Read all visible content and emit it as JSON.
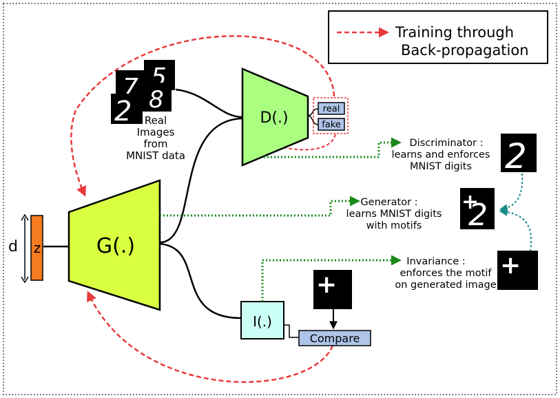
{
  "legend": {
    "line1": "Training through",
    "line2": "Back-propagation",
    "arrow_color": "#e8393b"
  },
  "real_images": {
    "digits": [
      "7",
      "5",
      "2",
      "8"
    ],
    "caption": [
      "Real",
      "Images",
      "from",
      "MNIST data"
    ]
  },
  "discriminator": {
    "label": "D(.)",
    "outputs": [
      "real",
      "fake"
    ],
    "desc": [
      "Discriminator :",
      "learns and enforces",
      "MNIST digits"
    ],
    "sample_digit": "2",
    "fill": "#aaff80"
  },
  "generator": {
    "label": "G(.)",
    "desc": [
      "Generator :",
      "learns MNIST digits",
      "with motifs"
    ],
    "sample_plus": "+",
    "sample_digit": "2",
    "fill": "#d8ff40"
  },
  "latent": {
    "label": "z",
    "dim_label": "d",
    "fill": "#f57a20"
  },
  "invariance": {
    "label": "I(.)",
    "desc": [
      "Invariance :",
      "enforces the motif",
      "on generated image"
    ],
    "motif": "+",
    "motif_top": "+",
    "compare_label": "Compare",
    "fill": "#ccfff5"
  },
  "colors": {
    "dotted_green": "#1a8a1a",
    "dotted_teal": "#1a8a8a",
    "box_blue": "#aec4e8"
  }
}
